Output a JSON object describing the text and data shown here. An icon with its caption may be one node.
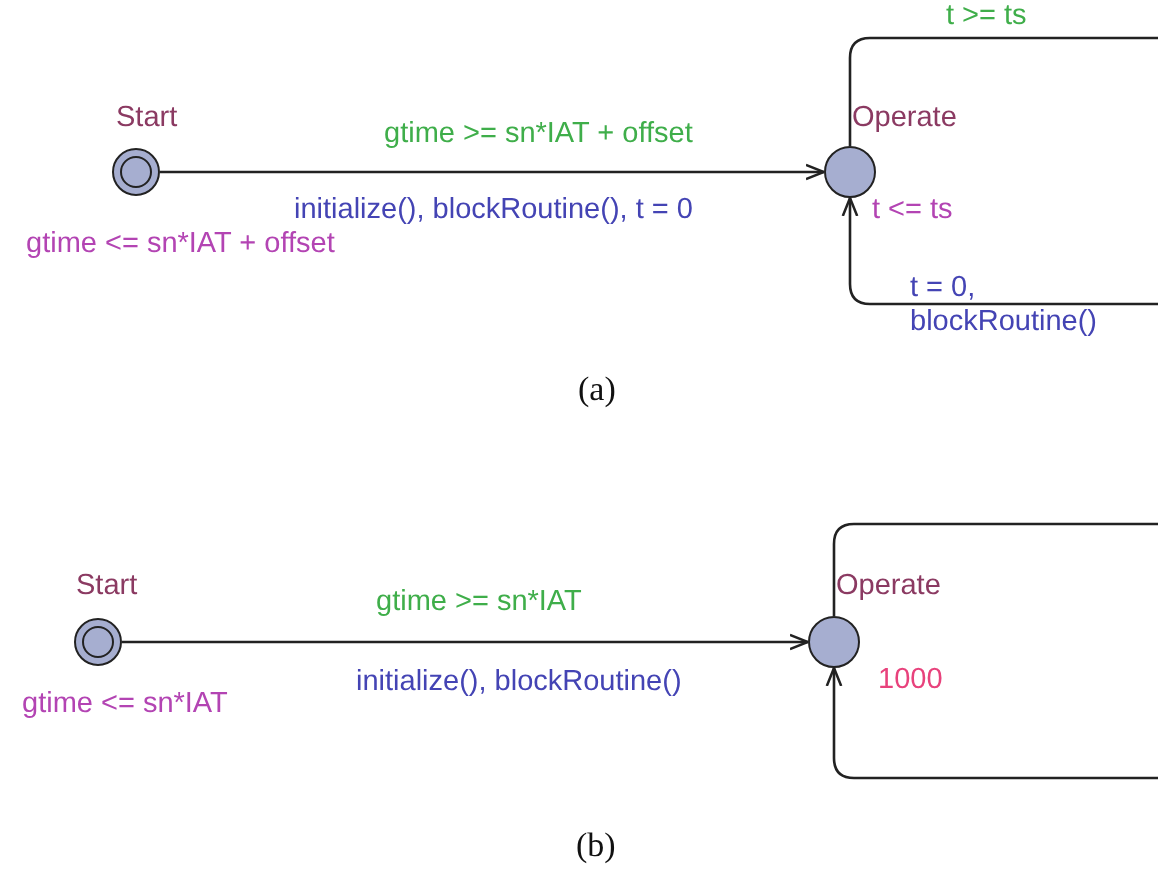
{
  "diagram": {
    "nodes": [
      {
        "text": [
          "Start"
        ],
        "beside": [
          "gtime <= sn*IAT + offset"
        ]
      },
      {
        "text": [
          "Operate"
        ],
        "beside": [
          "t <= ts"
        ]
      },
      {
        "text": [
          "Start"
        ],
        "beside": [
          "gtime <= sn*IAT"
        ]
      },
      {
        "text": [
          "Operate"
        ],
        "beside": [
          "1000"
        ]
      }
    ],
    "edges": [
      {
        "from": 0,
        "to": 1,
        "arrow": "to",
        "label": "gtime >= sn*IAT + offset"
      },
      {
        "from": 1,
        "to": 1,
        "arrow": "to",
        "label": "t >= ts"
      },
      {
        "from": 2,
        "to": 3,
        "arrow": "to",
        "label": "gtime >= sn*IAT"
      },
      {
        "from": 3,
        "to": 3,
        "arrow": "to"
      }
    ],
    "labels": [
      "initialize(), blockRoutine(), t = 0",
      "t = 0, blockRoutine()",
      "(a)",
      "initialize(), blockRoutine()",
      "(b)"
    ]
  }
}
